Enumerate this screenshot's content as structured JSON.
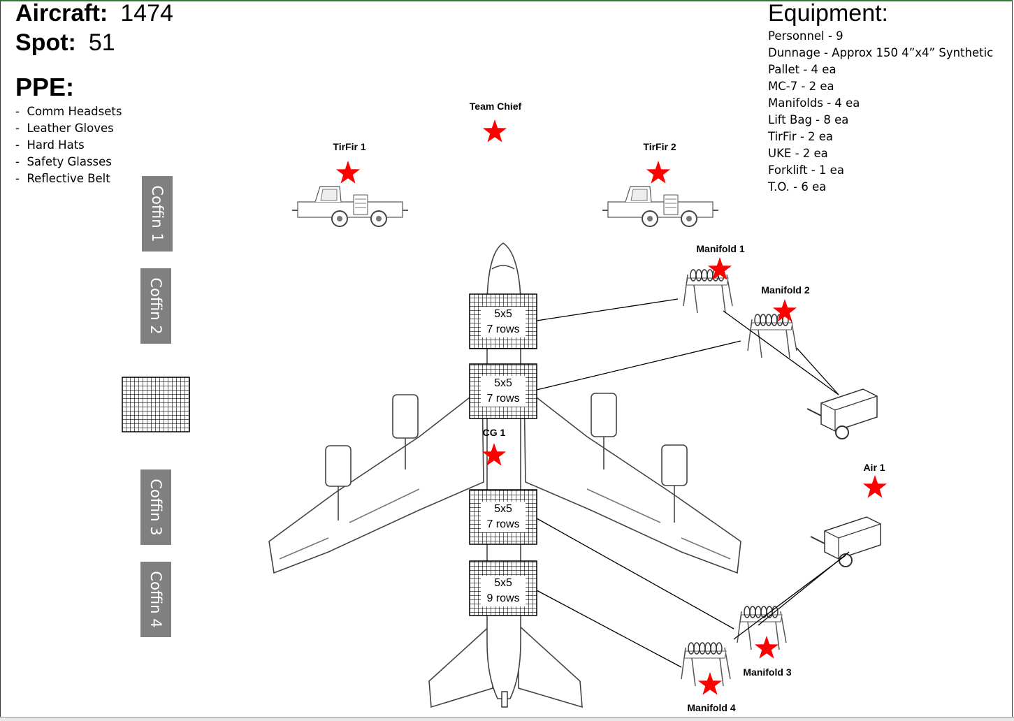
{
  "header": {
    "aircraft_label": "Aircraft:",
    "aircraft_value": "1474",
    "spot_label": "Spot:",
    "spot_value": "51"
  },
  "ppe": {
    "title": "PPE:",
    "items": [
      "Comm Headsets",
      "Leather Gloves",
      "Hard Hats",
      "Safety Glasses",
      "Reflective Belt"
    ]
  },
  "equipment": {
    "title": "Equipment:",
    "items": [
      "Personnel  -  9",
      "Dunnage  -  Approx 150 4”x4” Synthetic",
      "Pallet -  4 ea",
      "MC-7  -  2 ea",
      "Manifolds  -  4 ea",
      "Lift Bag  -  8 ea",
      "TirFir  -  2 ea",
      "UKE  - 2 ea",
      "Forklift  -  1 ea",
      "T.O.  -  6 ea"
    ]
  },
  "coffins": [
    "Coffin 1",
    "Coffin 2",
    "Coffin 3",
    "Coffin 4"
  ],
  "pallets": [
    {
      "size": "5x5",
      "rows": "7 rows"
    },
    {
      "size": "5x5",
      "rows": "7 rows"
    },
    {
      "size": "5x5",
      "rows": "7 rows"
    },
    {
      "size": "5x5",
      "rows": "9 rows"
    }
  ],
  "positions": {
    "team_chief": "Team Chief",
    "tirfir_1": "TirFir 1",
    "tirfir_2": "TirFir 2",
    "manifold_1": "Manifold 1",
    "manifold_2": "Manifold 2",
    "manifold_3": "Manifold 3",
    "manifold_4": "Manifold 4",
    "cg_1": "CG 1",
    "air_1": "Air 1"
  },
  "colors": {
    "star": "#ff0000",
    "coffin": "#808080",
    "frame_top": "#2e7d32"
  }
}
